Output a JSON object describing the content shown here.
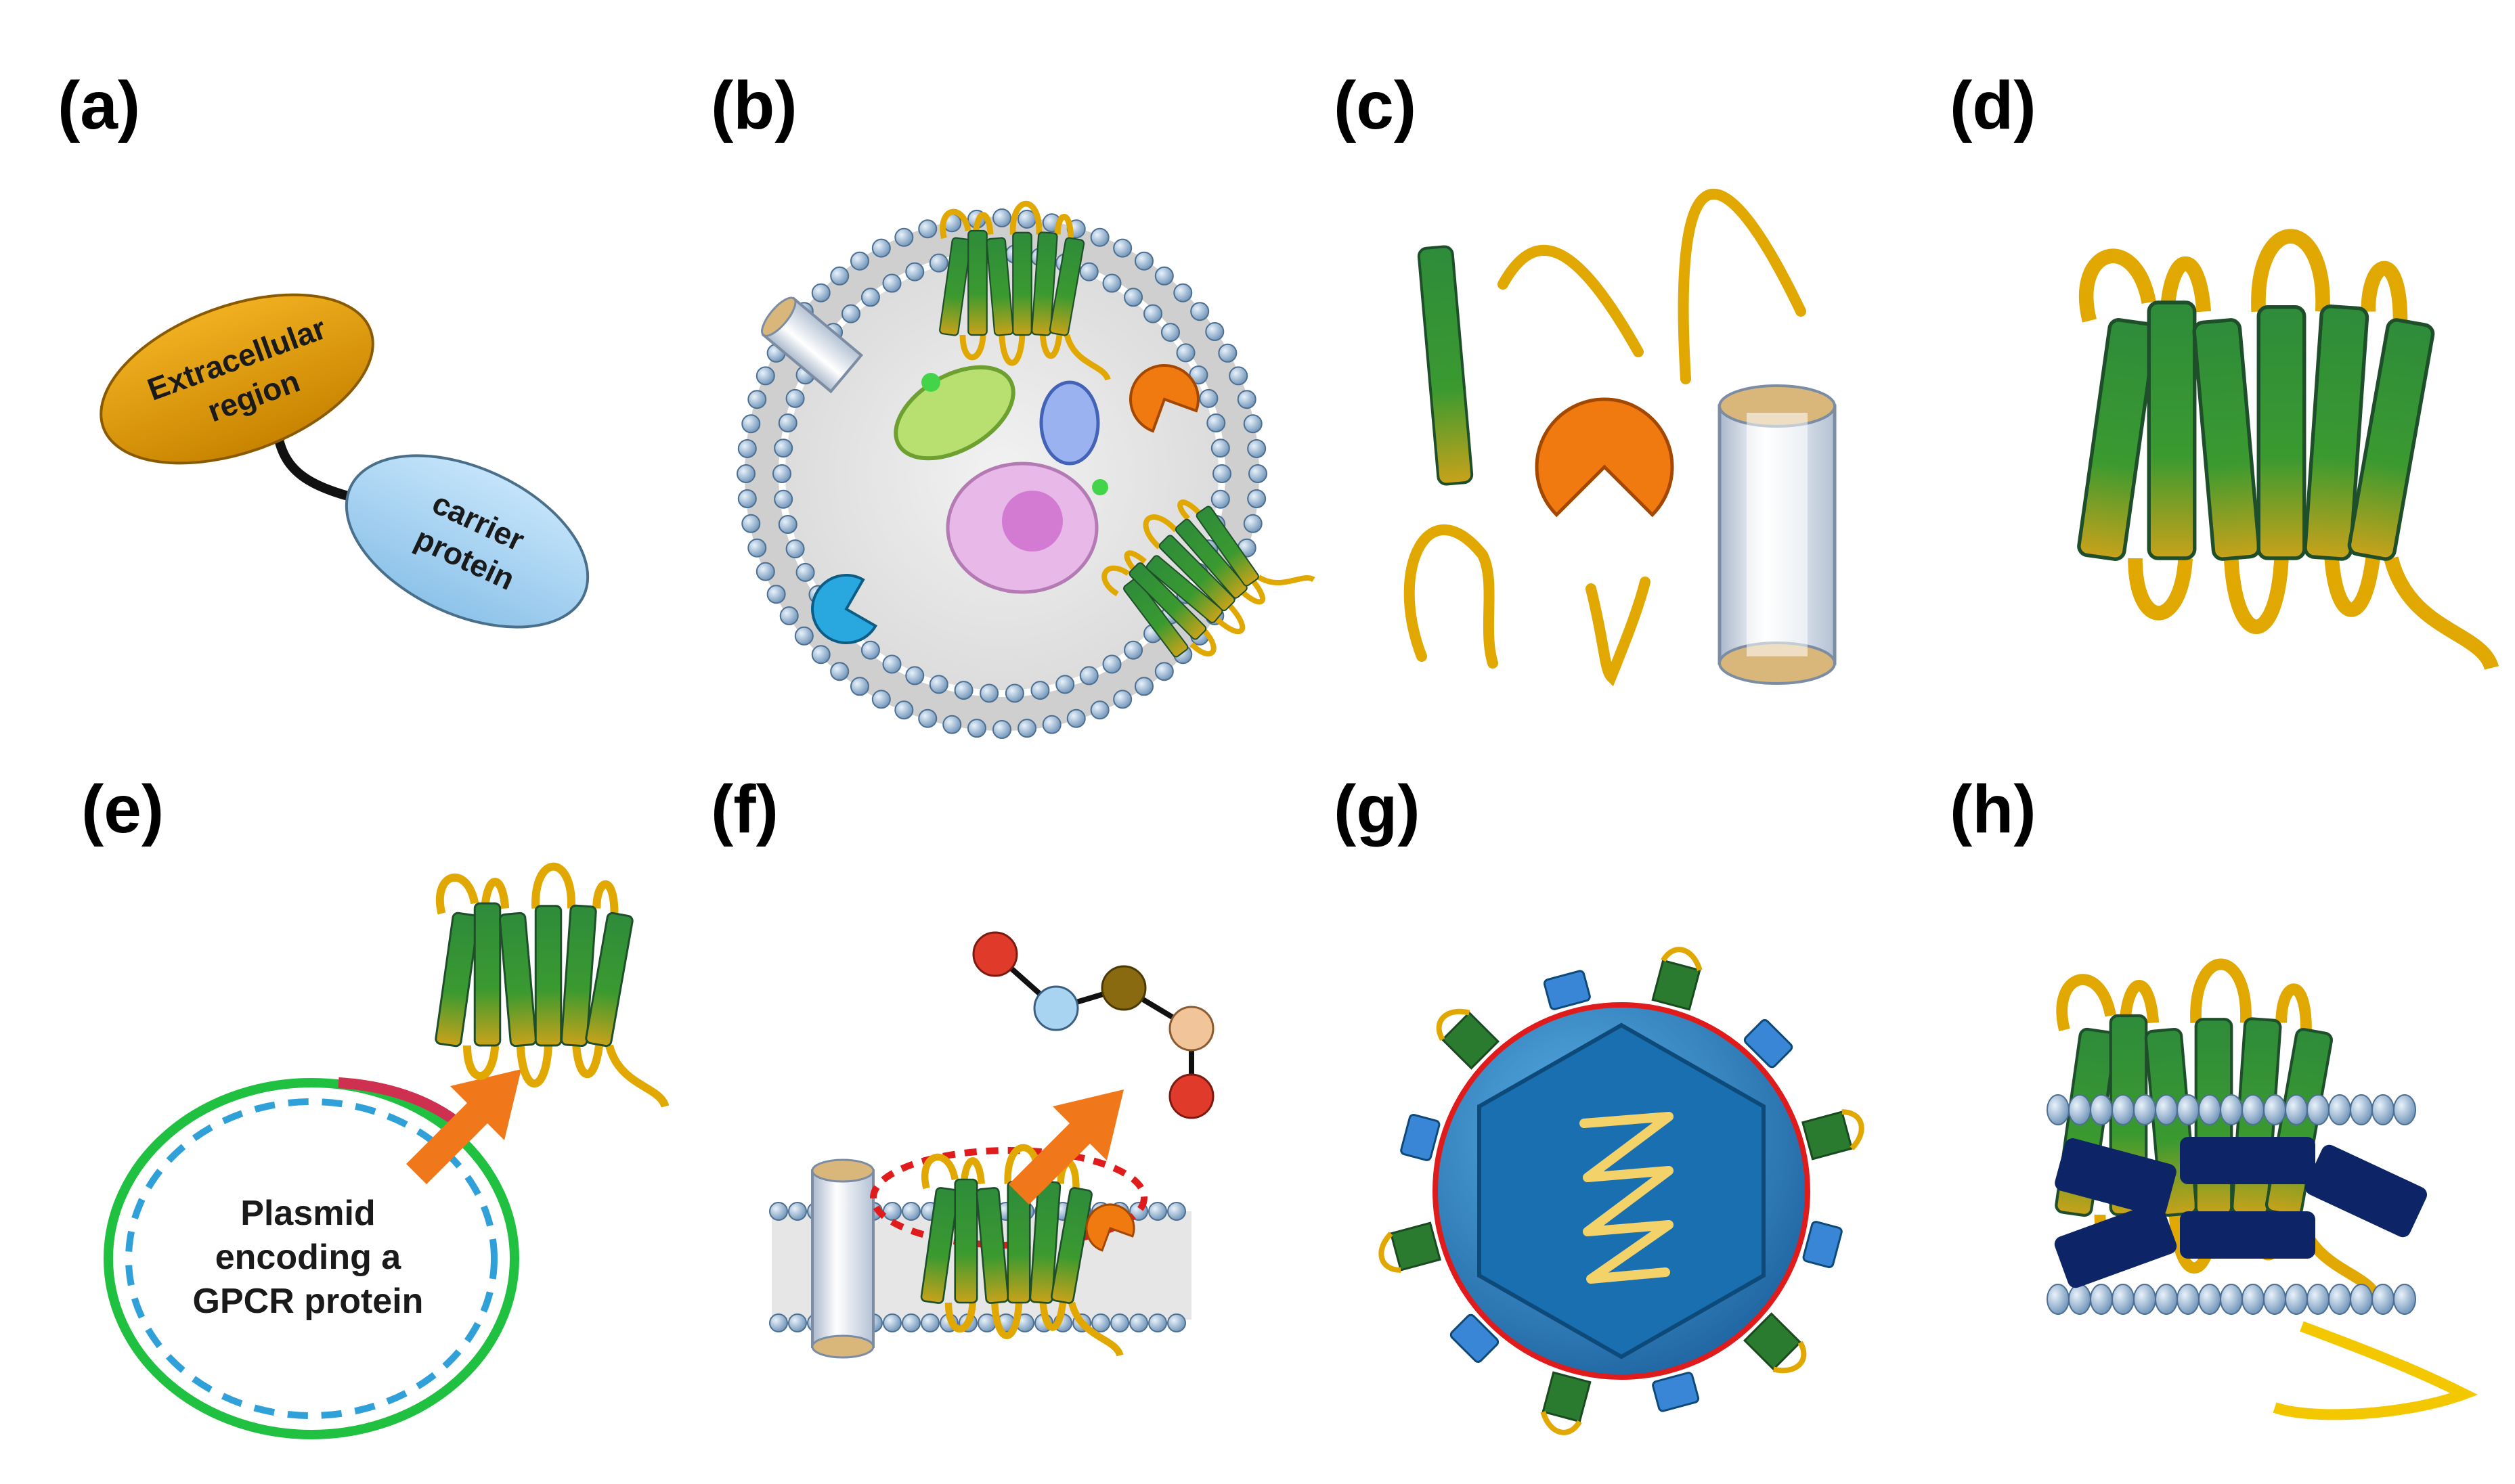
{
  "panels": {
    "a": {
      "label": "(a)",
      "ellipse1_line1": "Extracellular",
      "ellipse1_line2": "region",
      "ellipse2_line1": "carrier",
      "ellipse2_line2": "protein"
    },
    "b": {
      "label": "(b)"
    },
    "c": {
      "label": "(c)"
    },
    "d": {
      "label": "(d)"
    },
    "e": {
      "label": "(e)",
      "plasmid_line1": "Plasmid",
      "plasmid_line2": "encoding a",
      "plasmid_line3": "GPCR protein"
    },
    "f": {
      "label": "(f)"
    },
    "g": {
      "label": "(g)"
    },
    "h": {
      "label": "(h)"
    }
  },
  "colors": {
    "helix_top": "#2e8b3a",
    "helix_bottom": "#c9a21a",
    "loop": "#e0a800",
    "lipid_head": "#9ab7d3",
    "extracellular": "#e09b00",
    "carrier": "#a8d4f2",
    "orange_pacman": "#f07a10",
    "cyan_pacman": "#29a8e0",
    "nanodisc_belt": "#0d2566",
    "virus_blue": "#1e6ba8",
    "red_outline": "#e01b1b"
  }
}
